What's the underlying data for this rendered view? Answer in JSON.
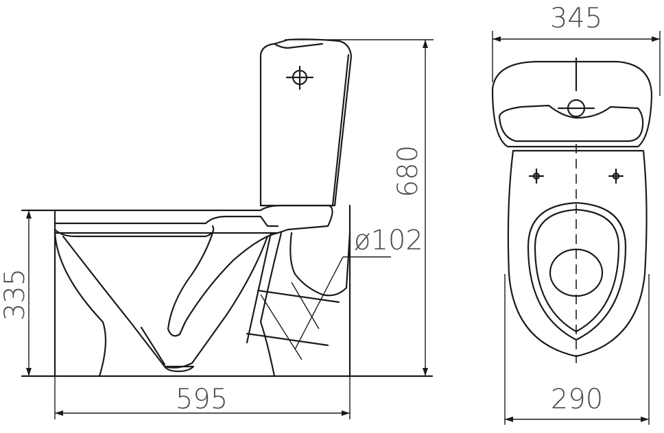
{
  "dimensions": {
    "overall_height": "680",
    "bowl_height": "335",
    "overall_depth": "595",
    "outlet_diameter": "ø102",
    "top_width": "345",
    "base_width": "290"
  }
}
